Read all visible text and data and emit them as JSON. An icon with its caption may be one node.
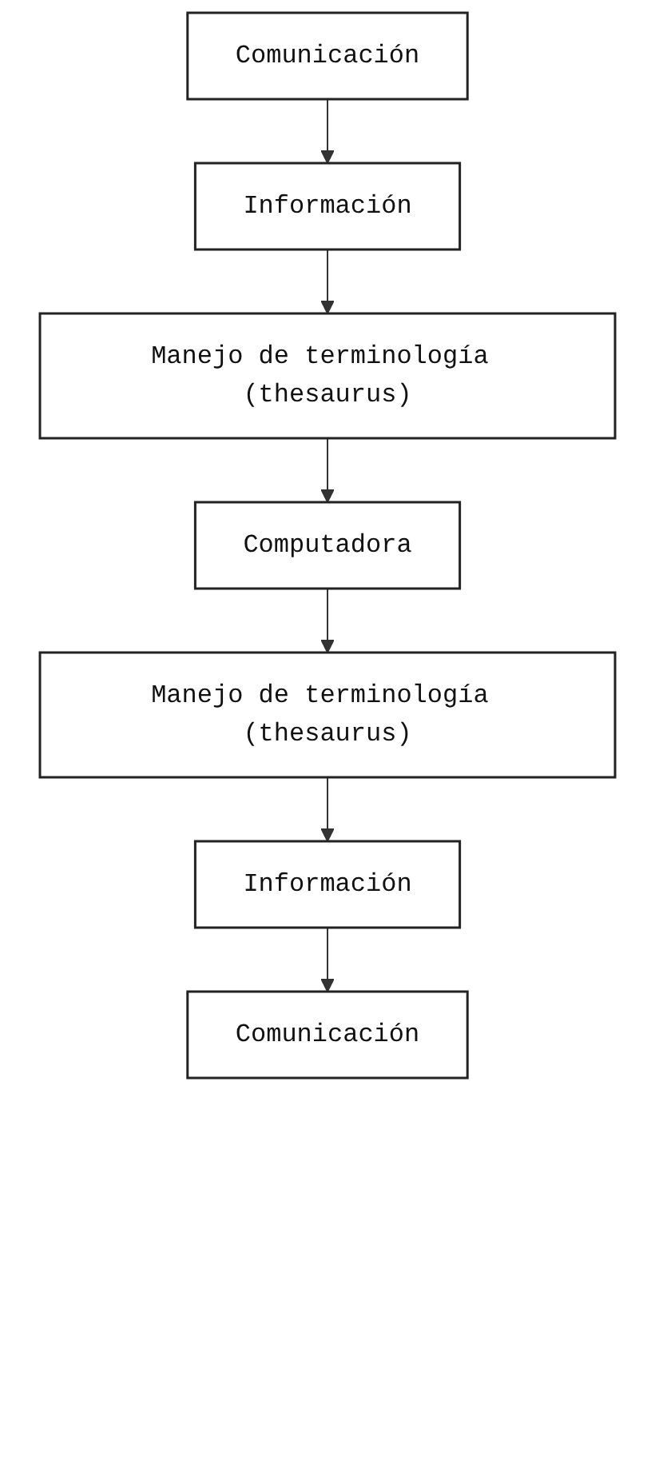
{
  "diagram": {
    "nodes": [
      {
        "text": [
          "Comunicación"
        ]
      },
      {
        "text": [
          "Información"
        ]
      },
      {
        "text": [
          "Manejo de terminología (thesaurus)"
        ]
      },
      {
        "text": [
          "Computadora"
        ]
      },
      {
        "text": [
          "Manejo de terminología (thesaurus)"
        ]
      },
      {
        "text": [
          "Información"
        ]
      },
      {
        "text": [
          "Comunicación"
        ]
      }
    ],
    "edges": [
      {
        "from": 0,
        "to": 1,
        "arrow": "to"
      },
      {
        "from": 1,
        "to": 2,
        "arrow": "to"
      },
      {
        "from": 2,
        "to": 3,
        "arrow": "to"
      },
      {
        "from": 3,
        "to": 4,
        "arrow": "to"
      },
      {
        "from": 4,
        "to": 5,
        "arrow": "to"
      },
      {
        "from": 5,
        "to": 6,
        "arrow": "to"
      }
    ]
  }
}
